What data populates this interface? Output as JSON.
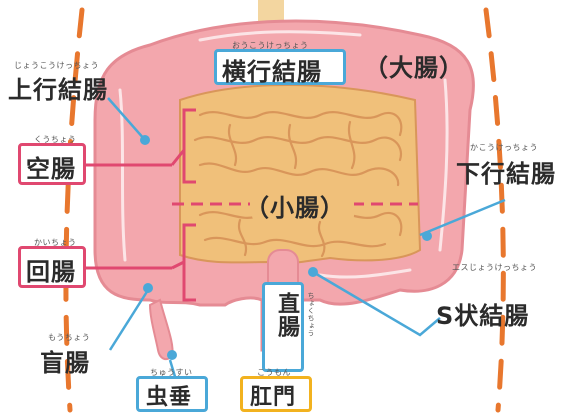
{
  "colors": {
    "large_intestine": "#f3a7ad",
    "large_intestine_dark": "#e58b94",
    "small_intestine": "#f0c07a",
    "small_intestine_dark": "#d9965a",
    "spine": "#f3d6a0",
    "dash_orange": "#e8772e",
    "pink_line": "#e04870",
    "blue_line": "#4aa8d8",
    "yellow_line": "#f2b21f"
  },
  "labels": {
    "ascending_colon": {
      "ruby": "じょうこうけっちょう",
      "text": "上行結腸"
    },
    "transverse_colon": {
      "ruby": "おうこうけっちょう",
      "text": "横行結腸"
    },
    "large_intestine": {
      "text": "（大腸）"
    },
    "jejunum": {
      "ruby": "くうちょう",
      "text": "空腸"
    },
    "small_intestine": {
      "text": "（小腸）"
    },
    "descending_colon": {
      "ruby": "かこうけっちょう",
      "text": "下行結腸"
    },
    "ileum": {
      "ruby": "かいちょう",
      "text": "回腸"
    },
    "sigmoid_colon": {
      "ruby": "エスじょうけっちょう",
      "text": "S状結腸"
    },
    "rectum": {
      "ruby": "ちょくちょう",
      "text": "直腸"
    },
    "cecum": {
      "ruby": "もうちょう",
      "text": "盲腸"
    },
    "appendix": {
      "ruby": "ちゅうすい",
      "text": "虫垂"
    },
    "anus": {
      "ruby": "こうもん",
      "text": "肛門"
    }
  }
}
